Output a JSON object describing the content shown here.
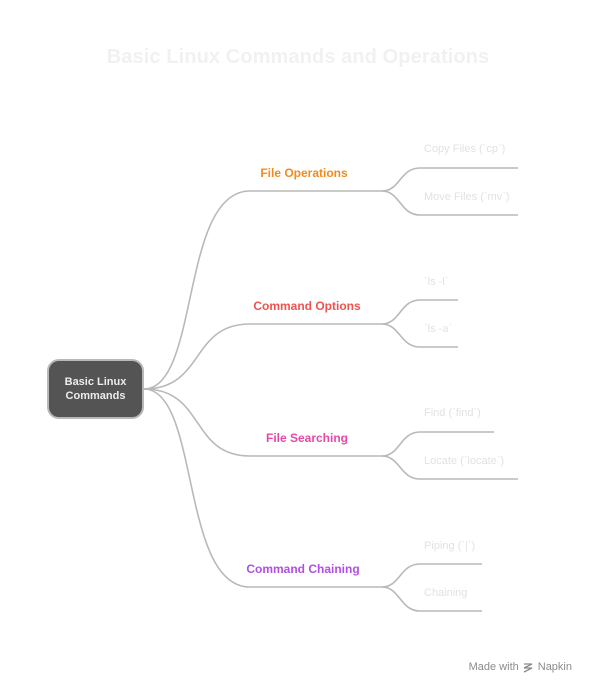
{
  "title": "Basic Linux Commands and Operations",
  "root": {
    "line1": "Basic Linux",
    "line2": "Commands"
  },
  "branches": [
    {
      "label": "File Operations",
      "color": "#f28b1c",
      "leaves": [
        "Copy Files (`cp`)",
        "Move Files (`mv`)"
      ]
    },
    {
      "label": "Command Options",
      "color": "#ef5350",
      "leaves": [
        "`ls -l`",
        "`ls -a`"
      ]
    },
    {
      "label": "File Searching",
      "color": "#e64aa6",
      "leaves": [
        "Find (`find`)",
        "Locate (`locate`)"
      ]
    },
    {
      "label": "Command Chaining",
      "color": "#b04fe3",
      "leaves": [
        "Piping (`|`)",
        "Chaining"
      ]
    }
  ],
  "footer": {
    "made_with": "Made with",
    "brand": "Napkin"
  }
}
